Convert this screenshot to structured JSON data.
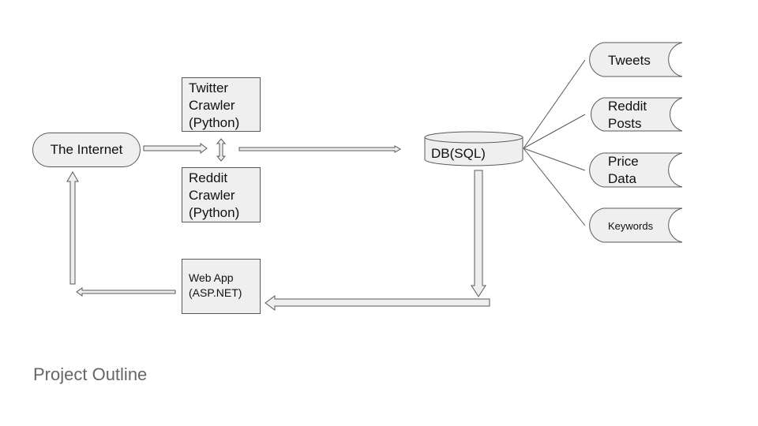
{
  "slide_title": "Project Outline",
  "nodes": {
    "internet": "The Internet",
    "twitter_crawler": [
      "Twitter",
      "Crawler",
      "(Python)"
    ],
    "reddit_crawler": [
      "Reddit",
      "Crawler",
      "(Python)"
    ],
    "database": "DB(SQL)",
    "web_app": [
      "Web App",
      "(ASP.NET)"
    ]
  },
  "data_stores": [
    {
      "lines": [
        "Tweets"
      ]
    },
    {
      "lines": [
        "Reddit",
        "Posts"
      ]
    },
    {
      "lines": [
        "Price",
        "Data"
      ]
    },
    {
      "lines": [
        "Keywords"
      ]
    }
  ],
  "colors": {
    "fill": "#efefef",
    "stroke": "#595959",
    "title": "#666666"
  }
}
